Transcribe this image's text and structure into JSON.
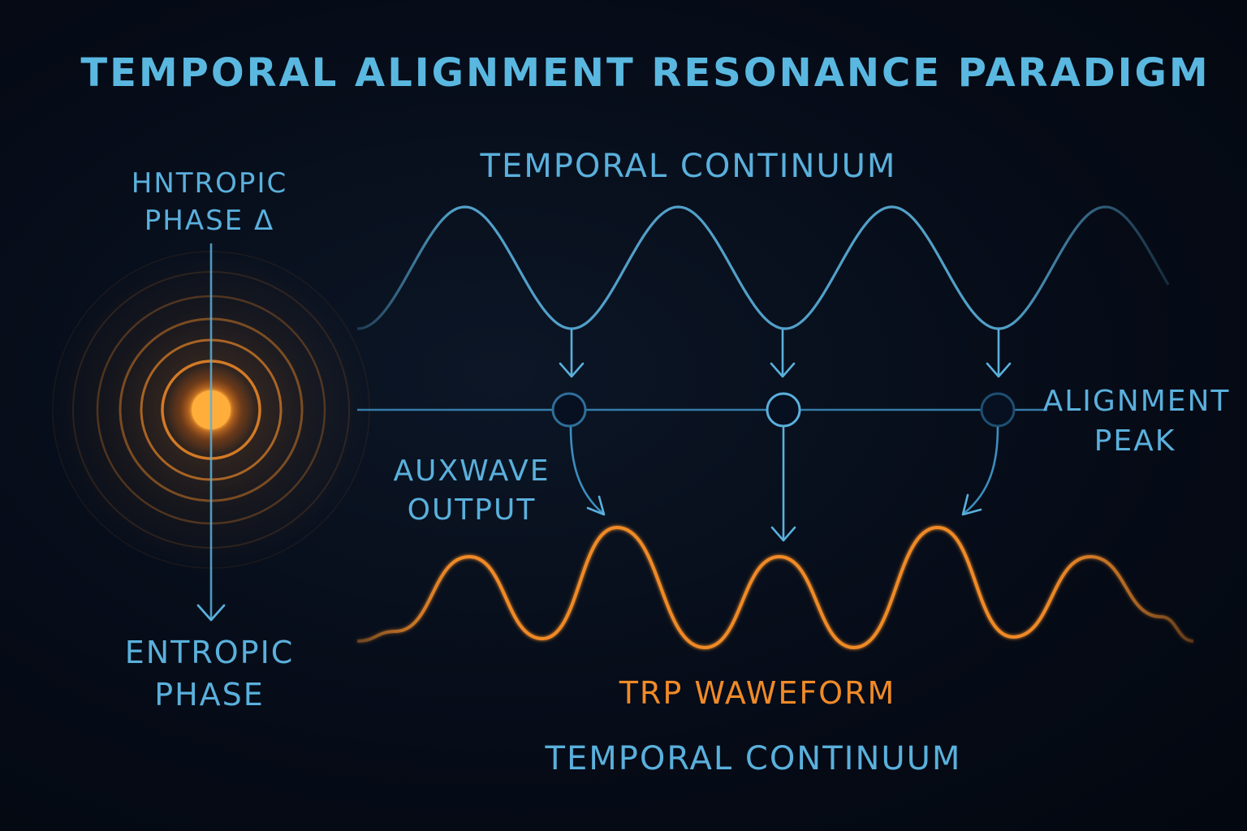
{
  "title": "TEMPORAL ALIGNMENT RESONANCE PARADIGM",
  "labels": {
    "hntropic_line1": "HNTROPIC",
    "hntropic_line2": "PHASE Δ",
    "entropic_line1": "ENTROPIC",
    "entropic_line2": "PHASE",
    "continuum_top": "TEMPORAL CONTINUUM",
    "alignment_line1": "ALIGNMENT",
    "alignment_line2": "PEAK",
    "auxwave_line1": "AUXWAVE",
    "auxwave_line2": "OUTPUT",
    "trp_waveform": "TRP WAWEFORM",
    "continuum_bottom": "TEMPORAL CONTINUUM"
  },
  "colors": {
    "background": "#050a14",
    "blue": "#5ab0dc",
    "blue_dim": "#2e6f96",
    "orange": "#f08a28",
    "orange_bright": "#ffb347",
    "title": "#5ab8e0"
  }
}
